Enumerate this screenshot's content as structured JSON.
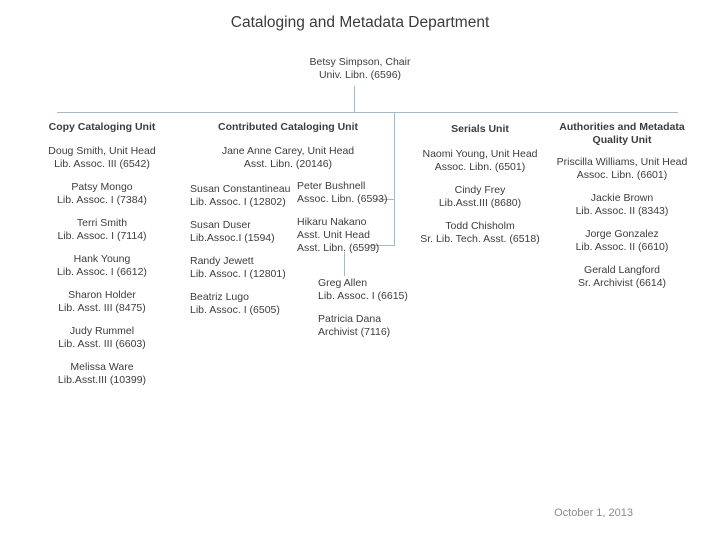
{
  "slide": {
    "title": "Cataloging and Metadata Department",
    "date": "October 1, 2013"
  },
  "chair": {
    "line1": "Betsy Simpson, Chair",
    "line2": "Univ. Libn. (6596)"
  },
  "units": [
    {
      "name": "Copy Cataloging Unit",
      "members": [
        {
          "l1": "Doug Smith, Unit Head",
          "l2": "Lib. Assoc. III (6542)"
        },
        {
          "l1": "Patsy Mongo",
          "l2": "Lib. Assoc. I (7384)"
        },
        {
          "l1": "Terri Smith",
          "l2": "Lib. Assoc. I (7114)"
        },
        {
          "l1": "Hank Young",
          "l2": "Lib. Assoc. I (6612)"
        },
        {
          "l1": "Sharon Holder",
          "l2": "Lib. Asst. III (8475)"
        },
        {
          "l1": "Judy Rummel",
          "l2": "Lib. Asst. III (6603)"
        },
        {
          "l1": "Melissa Ware",
          "l2": "Lib.Asst.III (10399)"
        }
      ]
    },
    {
      "name": "Contributed Cataloging Unit",
      "head": {
        "l1": "Jane Anne Carey, Unit Head",
        "l2": "Asst. Libn. (20146)"
      },
      "left_members": [
        {
          "l1": "Susan Constantineau",
          "l2": "Lib. Assoc. I (12802)"
        },
        {
          "l1": "Susan Duser",
          "l2": "Lib.Assoc.I (1594)"
        },
        {
          "l1": "Randy Jewett",
          "l2": "Lib. Assoc. I (12801)"
        },
        {
          "l1": "Beatriz Lugo",
          "l2": "Lib. Assoc. I (6505)"
        }
      ],
      "right_members": [
        {
          "l1": "Peter Bushnell",
          "l2": "Assoc. Libn. (6593)"
        },
        {
          "l1": "Hikaru Nakano",
          "l2": "Asst. Unit Head",
          "l3": "Asst. Libn. (6599)"
        }
      ],
      "nested_members": [
        {
          "l1": "Greg Allen",
          "l2": "Lib. Assoc. I (6615)"
        },
        {
          "l1": "Patricia Dana",
          "l2": "Archivist (7116)"
        }
      ]
    },
    {
      "name": "Serials Unit",
      "members": [
        {
          "l1": "Naomi Young, Unit Head",
          "l2": "Assoc. Libn. (6501)"
        },
        {
          "l1": "Cindy Frey",
          "l2": "Lib.Asst.III (8680)"
        },
        {
          "l1": "Todd Chisholm",
          "l2": "Sr. Lib. Tech. Asst. (6518)"
        }
      ]
    },
    {
      "name": "Authorities and Metadata",
      "name2": "Quality Unit",
      "members": [
        {
          "l1": "Priscilla Williams, Unit Head",
          "l2": "Assoc. Libn. (6601)"
        },
        {
          "l1": "Jackie Brown",
          "l2": "Lib. Assoc. II (8343)"
        },
        {
          "l1": "Jorge Gonzalez",
          "l2": "Lib. Assoc. II (6610)"
        },
        {
          "l1": "Gerald Langford",
          "l2": "Sr. Archivist (6614)"
        }
      ]
    }
  ],
  "colors": {
    "connector": "#a6b9c5",
    "text": "#3d3d3d",
    "date_text": "#8a8a8a"
  }
}
